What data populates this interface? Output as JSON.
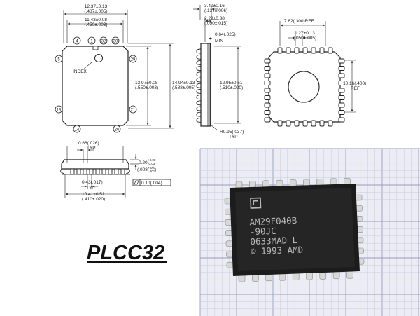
{
  "title": "PLCC32",
  "top_view": {
    "width_outer": "12.37±0.13",
    "width_outer_in": "(.487±.005)",
    "width_body": "11.43±0.08",
    "width_body_in": "(.450±.003)",
    "height_body": "13.97±0.08",
    "height_body_in": "(.550±.003)",
    "height_outer": "14.94±0.13",
    "height_outer_in": "(.588±.005)",
    "index_label": "INDEX",
    "pin_numbers": [
      "4",
      "1",
      "32",
      "30",
      "5",
      "29",
      "13",
      "21",
      "14",
      "20"
    ]
  },
  "side_view": {
    "height": "3.40±0.16",
    "height_in": "(.134±.006)",
    "standoff": "2.29±0.38",
    "standoff_in": "(.090±.015)",
    "min_clear": "0.64(.025)",
    "min_label": "MIN",
    "lead_span": "12.95±0.51",
    "lead_span_in": "(.510±.020)",
    "radius": "R0.95(.037)",
    "typ_label": "TYP"
  },
  "bottom_view": {
    "pitch_ref": "7.62(.300)REF",
    "pitch": "1.27±0.13",
    "pitch_in": "(.050±.005)",
    "height_ref": "10.16(.400)",
    "ref_label": "REF"
  },
  "front_view": {
    "lead_width": "0.66(.026)",
    "typ_label": "TYP",
    "thickness": "0.20",
    "thickness_tol_plus": "+0.08",
    "thickness_tol_minus": "-0.03",
    "thickness_in": "(.008",
    "thickness_in_tol_plus": "+.003",
    "thickness_in_tol_minus": "-.001",
    "thickness_in_close": ")",
    "lead_foot": "0.43(.017)",
    "coplanarity": "0.10(.004)",
    "span": "10.41±0.51",
    "span_in": "(.410±.020)"
  },
  "chip_marking": {
    "line1": "AM29F040B",
    "line2": "-90JC",
    "line3": "0633MAD L",
    "line4": "© 1993 AMD"
  },
  "colors": {
    "grid_bg": "#ececf4",
    "grid_minor": "#c9cade",
    "grid_major": "#9a9cbf",
    "chip_body": "#1c1c1c",
    "lead_silver": "#d8d8d8"
  }
}
